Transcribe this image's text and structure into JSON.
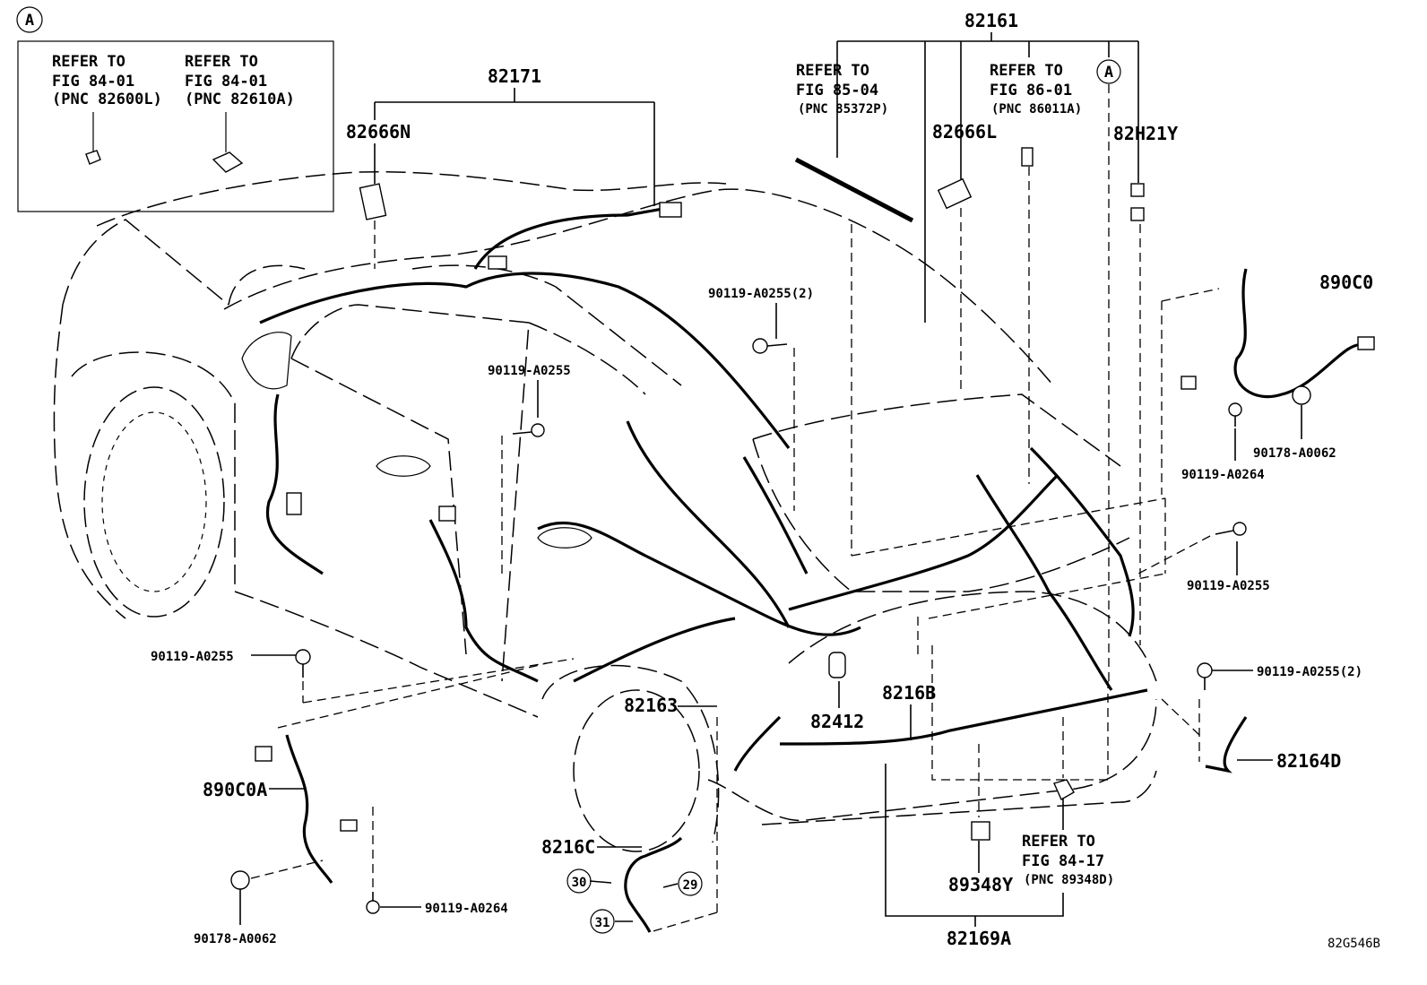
{
  "callout_box": {
    "marker": "A",
    "left": {
      "line1": "REFER TO",
      "line2": "FIG 84-01",
      "line3": "(PNC 82600L)"
    },
    "right": {
      "line1": "REFER TO",
      "line2": "FIG 84-01",
      "line3": "(PNC 82610A)"
    }
  },
  "parts": {
    "p82161": "82161",
    "p82171": "82171",
    "p82666N": "82666N",
    "p82666L": "82666L",
    "p82H21Y": "82H21Y",
    "marker_a": "A",
    "ref_85": {
      "line1": "REFER TO",
      "line2": "FIG 85-04",
      "line3": "(PNC 85372P)"
    },
    "ref_86": {
      "line1": "REFER TO",
      "line2": "FIG 86-01",
      "line3": "(PNC 86011A)"
    },
    "bolt_top2": "90119-A0255(2)",
    "bolt_top": "90119-A0255",
    "p890C0": "890C0",
    "p90178_r": "90178-A0062",
    "p90119_r264": "90119-A0264",
    "p90119_r255": "90119-A0255",
    "p90119_r255_2": "90119-A0255(2)",
    "p82164D": "82164D",
    "p90119_l255": "90119-A0255",
    "p82163": "82163",
    "p82412": "82412",
    "p8216B": "8216B",
    "p890C0A": "890C0A",
    "p8216C": "8216C",
    "c30": "30",
    "c29": "29",
    "c31": "31",
    "p90178_l": "90178-A0062",
    "p90119_l264": "90119-A0264",
    "p89348Y": "89348Y",
    "ref_84_17": {
      "line1": "REFER TO",
      "line2": "FIG 84-17",
      "line3": "(PNC 89348D)"
    },
    "p82169A": "82169A",
    "figure_code": "82G546B"
  }
}
